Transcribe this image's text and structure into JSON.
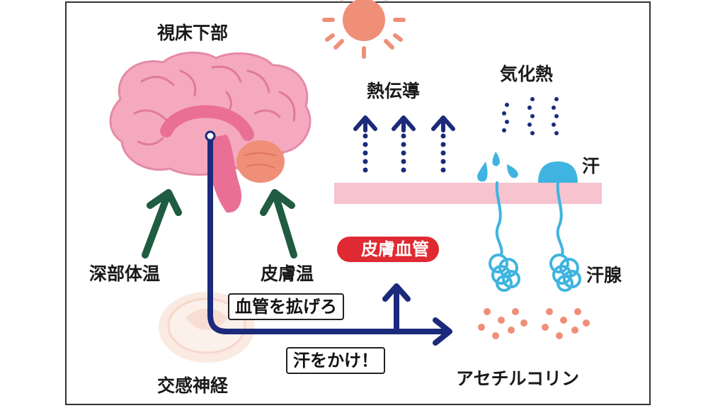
{
  "labels": {
    "hypothalamus": "視床下部",
    "heat_conduction": "熱伝導",
    "heat_of_vaporization": "気化熱",
    "sweat": "汗",
    "skin_blood_vessel": "皮膚血管",
    "deep_body_temp": "深部体温",
    "skin_temp": "皮膚温",
    "sweat_gland": "汗腺",
    "dilate_vessels": "血管を拡げろ",
    "sweat_command": "汗をかけ！",
    "sympathetic_nerve": "交感神経",
    "acetylcholine": "アセチルコリン"
  },
  "colors": {
    "brain_pink": "#f4a9bf",
    "navy": "#1b2a7a",
    "green": "#1f5c42",
    "skin": "#f6c3cf",
    "sun": "#ef8f78",
    "sweat_blue": "#3fb4e0",
    "red": "#e02a33",
    "dots_orange": "#ef8f78"
  }
}
